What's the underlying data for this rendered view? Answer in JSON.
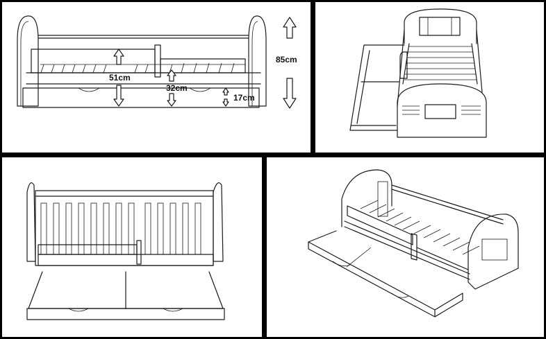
{
  "dimensions": {
    "total_height": "85cm",
    "rail_height": "51cm",
    "bed_height": "32cm",
    "drawer_height": "17cm"
  },
  "colors": {
    "background": "#000000",
    "panel": "#ffffff",
    "stroke": "#1a1a1a"
  }
}
